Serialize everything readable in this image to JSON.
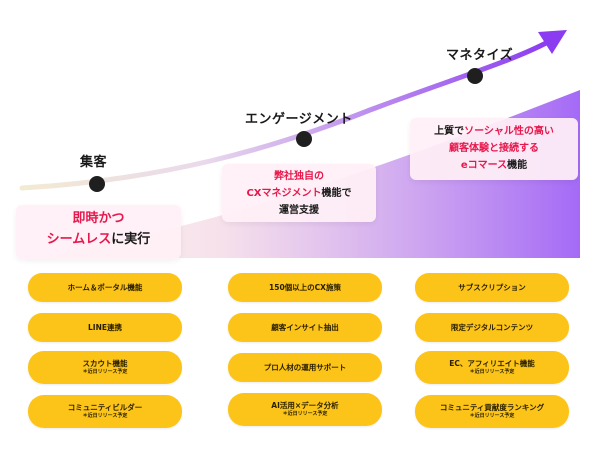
{
  "stages": [
    {
      "label": "集客",
      "callout": [
        [
          {
            "t": "即時かつ",
            "pink": true
          }
        ],
        [
          {
            "t": "シームレス",
            "pink": true
          },
          {
            "t": "に実行",
            "pink": false
          }
        ]
      ],
      "features": [
        {
          "label": "ホーム＆ポータル機能"
        },
        {
          "label": "LINE連携"
        },
        {
          "label": "スカウト機能",
          "note": "＊近日リリース予定"
        },
        {
          "label": "コミュニティビルダー",
          "note": "＊近日リリース予定"
        }
      ]
    },
    {
      "label": "エンゲージメント",
      "callout": [
        [
          {
            "t": "弊社独自の",
            "pink": true
          }
        ],
        [
          {
            "t": "CXマネジメント",
            "pink": true
          },
          {
            "t": "機能で",
            "pink": false
          }
        ],
        [
          {
            "t": "運営支援",
            "pink": false
          }
        ]
      ],
      "features": [
        {
          "label": "150個以上のCX施策"
        },
        {
          "label": "顧客インサイト抽出"
        },
        {
          "label": "プロ人材の運用サポート"
        },
        {
          "label": "AI活用×データ分析",
          "note": "＊近日リリース予定"
        }
      ]
    },
    {
      "label": "マネタイズ",
      "callout": [
        [
          {
            "t": "上質で",
            "pink": false
          },
          {
            "t": "ソーシャル性の高い",
            "pink": true
          }
        ],
        [
          {
            "t": "顧客体験と接続する",
            "pink": true
          }
        ],
        [
          {
            "t": "eコマース",
            "pink": true
          },
          {
            "t": "機能",
            "pink": false
          }
        ]
      ],
      "features": [
        {
          "label": "サブスクリプション"
        },
        {
          "label": "限定デジタルコンテンツ"
        },
        {
          "label": "EC、アフィリエイト機能",
          "note": "＊近日リリース予定"
        },
        {
          "label": "コミュニティ貢献度ランキング",
          "note": "＊近日リリース予定"
        }
      ]
    }
  ],
  "colors": {
    "accent": "#8b3cf0",
    "pink_text": "#e8174b",
    "pill": "#fcc418",
    "callout_bg": "#fff0f6"
  }
}
